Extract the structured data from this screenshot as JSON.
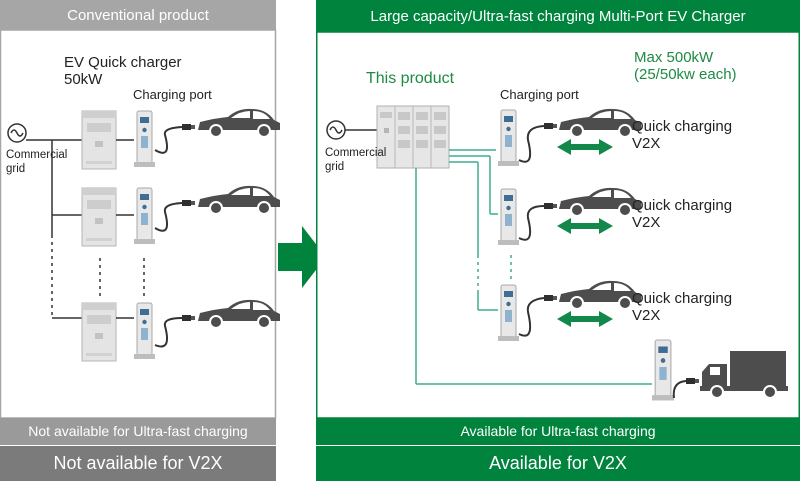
{
  "left_panel": {
    "header": "Conventional product",
    "charger_label_line1": "EV Quick charger",
    "charger_label_line2": "50kW",
    "port_label": "Charging port",
    "grid_label_line1": "Commercial",
    "grid_label_line2": "grid",
    "footer_line1": "Not available for Ultra-fast charging",
    "footer_line2": "Not available for V2X"
  },
  "right_panel": {
    "header": "Large capacity/Ultra-fast charging Multi-Port EV Charger",
    "product_label": "This product",
    "max_line1": "Max 500kW",
    "max_line2": "(25/50kw each)",
    "port_label": "Charging port",
    "grid_label_line1": "Commercial",
    "grid_label_line2": "grid",
    "ports": [
      {
        "line1": "Quick charging",
        "line2": "V2X"
      },
      {
        "line1": "Quick charging",
        "line2": "V2X"
      },
      {
        "line1": "Quick charging",
        "line2": "V2X"
      }
    ],
    "footer_line1": "Available for Ultra-fast charging",
    "footer_line2": "Available for V2X"
  },
  "colors": {
    "gray_header": "#a6a6a6",
    "gray_footer1": "#9a9a9a",
    "gray_footer2": "#7b7b7b",
    "green": "#00843d",
    "green_text": "#1f8a44",
    "line_teal": "#3cae90"
  }
}
